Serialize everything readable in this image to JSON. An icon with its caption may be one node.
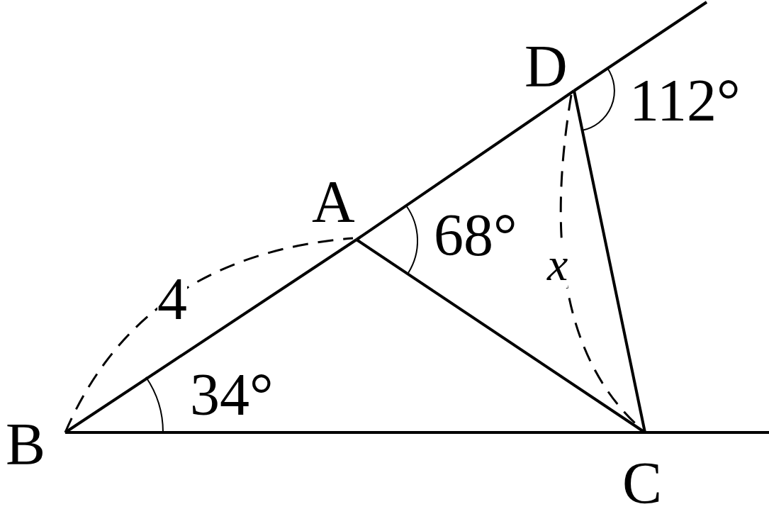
{
  "diagram": {
    "nodes": [
      {
        "text": [
          "A"
        ]
      },
      {
        "text": [
          "B"
        ]
      },
      {
        "text": [
          "C"
        ]
      },
      {
        "text": [
          "D"
        ]
      }
    ],
    "edges": [
      {
        "from": 1,
        "to": 0,
        "arrow": "none"
      },
      {
        "from": 0,
        "to": 3,
        "arrow": "none"
      },
      {
        "from": 0,
        "to": 2,
        "arrow": "none"
      },
      {
        "from": 3,
        "to": 2,
        "arrow": "none"
      },
      {
        "from": 1,
        "to": 2,
        "arrow": "none"
      }
    ],
    "labels": [
      "112°",
      "68°",
      "x",
      "4",
      "34°"
    ]
  }
}
